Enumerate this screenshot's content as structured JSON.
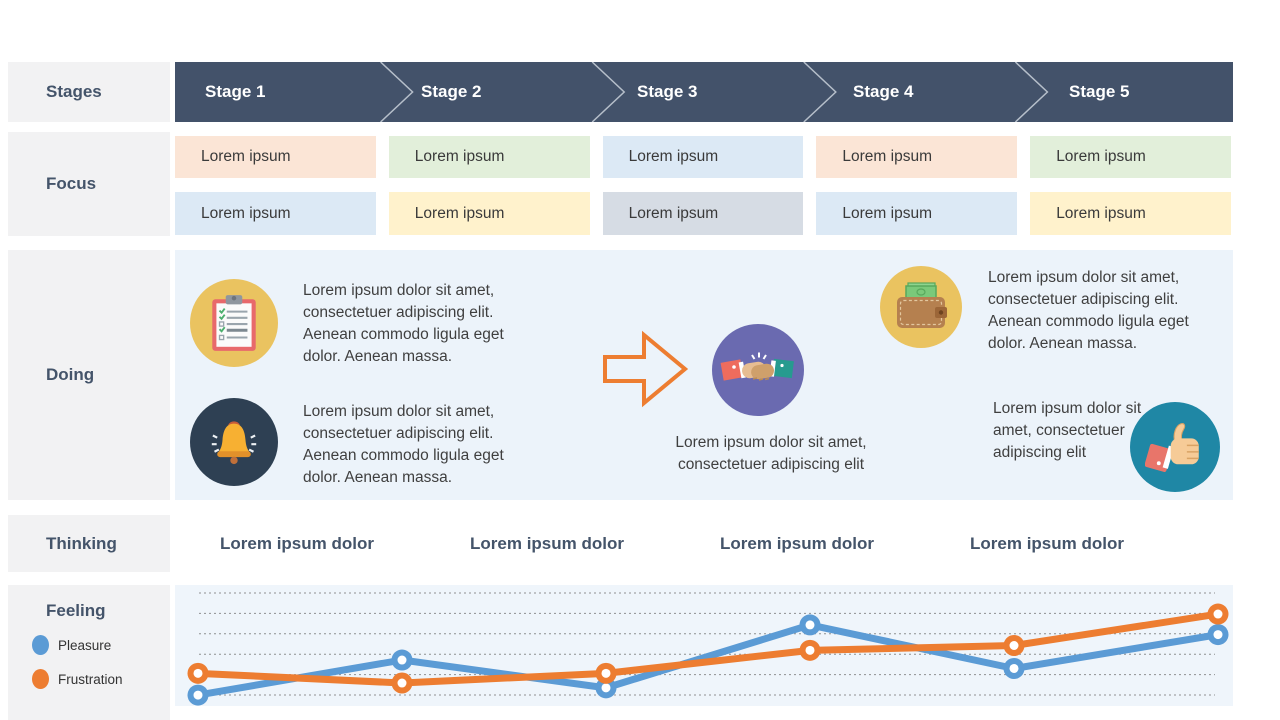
{
  "colors": {
    "header_bg": "#43526a",
    "label_bg": "#f2f2f3",
    "doing_bg": "#ecf3fa",
    "chart_bg": "#eff5fb",
    "accent_blue": "#5b9bd5",
    "accent_orange": "#ed7d31",
    "text_dark": "#44546a"
  },
  "rows": {
    "stages_label": "Stages",
    "focus_label": "Focus",
    "doing_label": "Doing",
    "thinking_label": "Thinking",
    "feeling_label": "Feeling"
  },
  "stages": {
    "items": [
      "Stage 1",
      "Stage 2",
      "Stage 3",
      "Stage 4",
      "Stage 5"
    ]
  },
  "focus": {
    "row1": [
      {
        "text": "Lorem ipsum",
        "color": "#fbe5d6"
      },
      {
        "text": "Lorem ipsum",
        "color": "#e2efda"
      },
      {
        "text": "Lorem ipsum",
        "color": "#dce9f5"
      },
      {
        "text": "Lorem ipsum",
        "color": "#fbe5d6"
      },
      {
        "text": "Lorem ipsum",
        "color": "#e2efda"
      }
    ],
    "row2": [
      {
        "text": "Lorem ipsum",
        "color": "#dce9f5"
      },
      {
        "text": "Lorem ipsum",
        "color": "#fff2cc"
      },
      {
        "text": "Lorem ipsum",
        "color": "#d6dce4"
      },
      {
        "text": "Lorem ipsum",
        "color": "#dce9f5"
      },
      {
        "text": "Lorem ipsum",
        "color": "#fff2cc"
      }
    ]
  },
  "doing": {
    "item1": {
      "icon": "clipboard-icon",
      "text": "Lorem ipsum dolor sit amet, consectetuer adipiscing elit. Aenean commodo ligula eget dolor. Aenean massa."
    },
    "item2": {
      "icon": "bell-icon",
      "text": "Lorem ipsum dolor sit amet, consectetuer adipiscing elit. Aenean commodo ligula eget dolor. Aenean massa."
    },
    "item3": {
      "icon": "handshake-icon",
      "text": "Lorem ipsum dolor sit amet, consectetuer adipiscing elit"
    },
    "item4": {
      "icon": "wallet-icon",
      "text": "Lorem ipsum dolor sit amet, consectetuer adipiscing elit. Aenean commodo ligula eget dolor. Aenean massa."
    },
    "item5": {
      "icon": "thumbs-up-icon",
      "text": "Lorem ipsum dolor sit amet, consectetuer adipiscing elit"
    }
  },
  "thinking": {
    "items": [
      "Lorem ipsum dolor",
      "Lorem ipsum dolor",
      "Lorem ipsum dolor",
      "Lorem ipsum dolor"
    ]
  },
  "feeling": {
    "legend": [
      {
        "label": "Pleasure",
        "color": "#5b9bd5"
      },
      {
        "label": "Frustration",
        "color": "#ed7d31"
      }
    ]
  },
  "chart_data": {
    "type": "line",
    "x": [
      1,
      2,
      3,
      4,
      5,
      6
    ],
    "series": [
      {
        "name": "Pleasure",
        "color": "#5b9bd5",
        "values": [
          0.9,
          3.8,
          1.5,
          6.7,
          3.1,
          5.9
        ]
      },
      {
        "name": "Frustration",
        "color": "#ed7d31",
        "values": [
          2.7,
          1.9,
          2.7,
          4.6,
          5.0,
          7.6
        ]
      }
    ],
    "ylim": [
      0,
      10
    ],
    "grid": true,
    "gridline_count": 6,
    "legend_position": "left"
  }
}
